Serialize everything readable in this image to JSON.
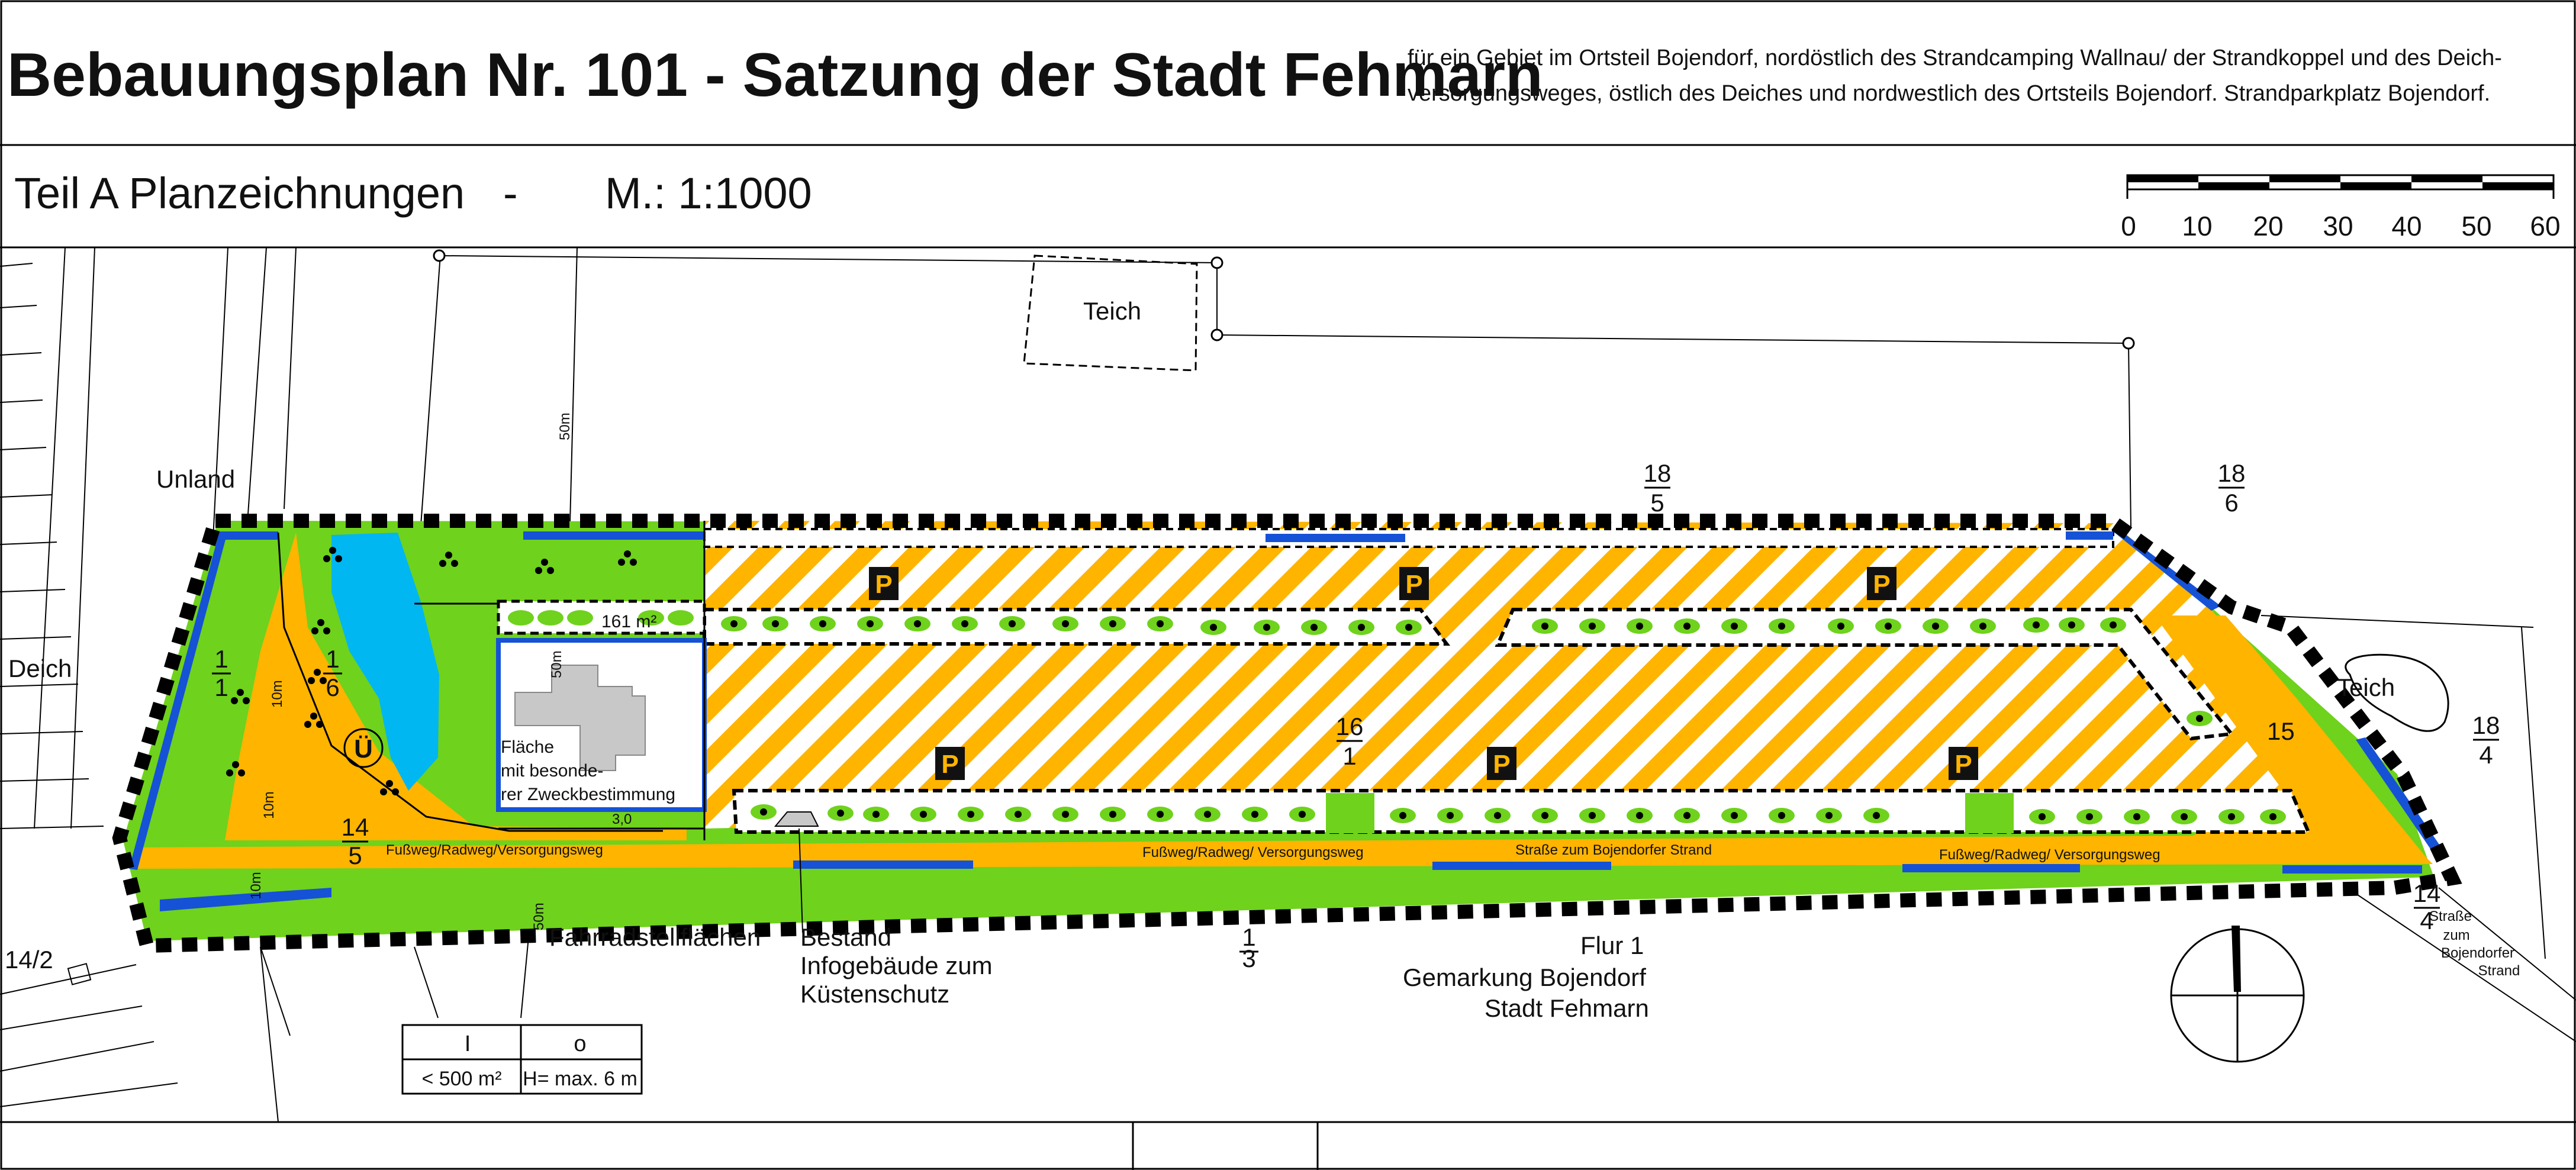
{
  "header": {
    "title": "Bebauungsplan Nr. 101 - Satzung der Stadt Fehmarn",
    "description_line1": "für ein Gebiet im Ortsteil Bojendorf, nordöstlich des Strandcamping Wallnau/ der Strandkoppel und des Deich-",
    "description_line2": "versorgungsweges, östlich des Deiches und nordwestlich des Ortsteils Bojendorf. Strandparkplatz Bojendorf."
  },
  "subheader": {
    "part": "Teil A Planzeichnungen",
    "dash": "-",
    "scale": "M.: 1:1000"
  },
  "scalebar": {
    "ticks": [
      "0",
      "10",
      "20",
      "30",
      "40",
      "50",
      "60"
    ]
  },
  "parcels": [
    {
      "num": "18",
      "den": "5"
    },
    {
      "num": "18",
      "den": "6"
    },
    {
      "num": "18",
      "den": "4"
    },
    {
      "num": "16",
      "den": "1"
    },
    {
      "num": "14",
      "den": "5"
    },
    {
      "num": "1",
      "den": "1"
    },
    {
      "num": "1",
      "den": "6"
    },
    {
      "num": "1",
      "den": "3"
    },
    {
      "num": "14",
      "den": "4"
    }
  ],
  "labels": {
    "teich1": "Teich",
    "teich2": "Teich",
    "unland": "Unland",
    "deich": "Deich",
    "parcel_15": "15",
    "parcel_14_2": "14/2",
    "ue_symbol": "Ü",
    "parking": "P",
    "area_161": "161 m²",
    "dim_50m": "50m",
    "dim_10m": "10m",
    "dim_3": "3,0",
    "flaeche_line1": "Fläche",
    "flaeche_line2": "mit besonde-",
    "flaeche_line3": "rer Zweckbestimmung",
    "path1": "Fußweg/Radweg/Versorgungsweg",
    "path2": "Fußweg/Radweg/ Versorgungsweg",
    "path3": "Straße zum Bojendorfer Strand",
    "path4": "Fußweg/Radweg/ Versorgungsweg",
    "fahrrad": "Fahrradstellflächen",
    "bestand1": "Bestand",
    "bestand2": "Infogebäude zum",
    "bestand3": "Küstenschutz",
    "flur": "Flur 1",
    "gemarkung": "Gemarkung Bojendorf",
    "stadt": "Stadt Fehmarn",
    "strasse1": "Straße",
    "strasse2": "zum",
    "strasse3": "Bojendorfer",
    "strasse4": "Strand"
  },
  "legend_box": {
    "col1_head": "I",
    "col2_head": "o",
    "col1_val": "< 500 m²",
    "col2_val": "H= max. 6 m"
  },
  "colors": {
    "green": "#6fd21c",
    "orange": "#ffb400",
    "blue": "#1552d6",
    "water": "#00b7f1",
    "black": "#000000"
  }
}
